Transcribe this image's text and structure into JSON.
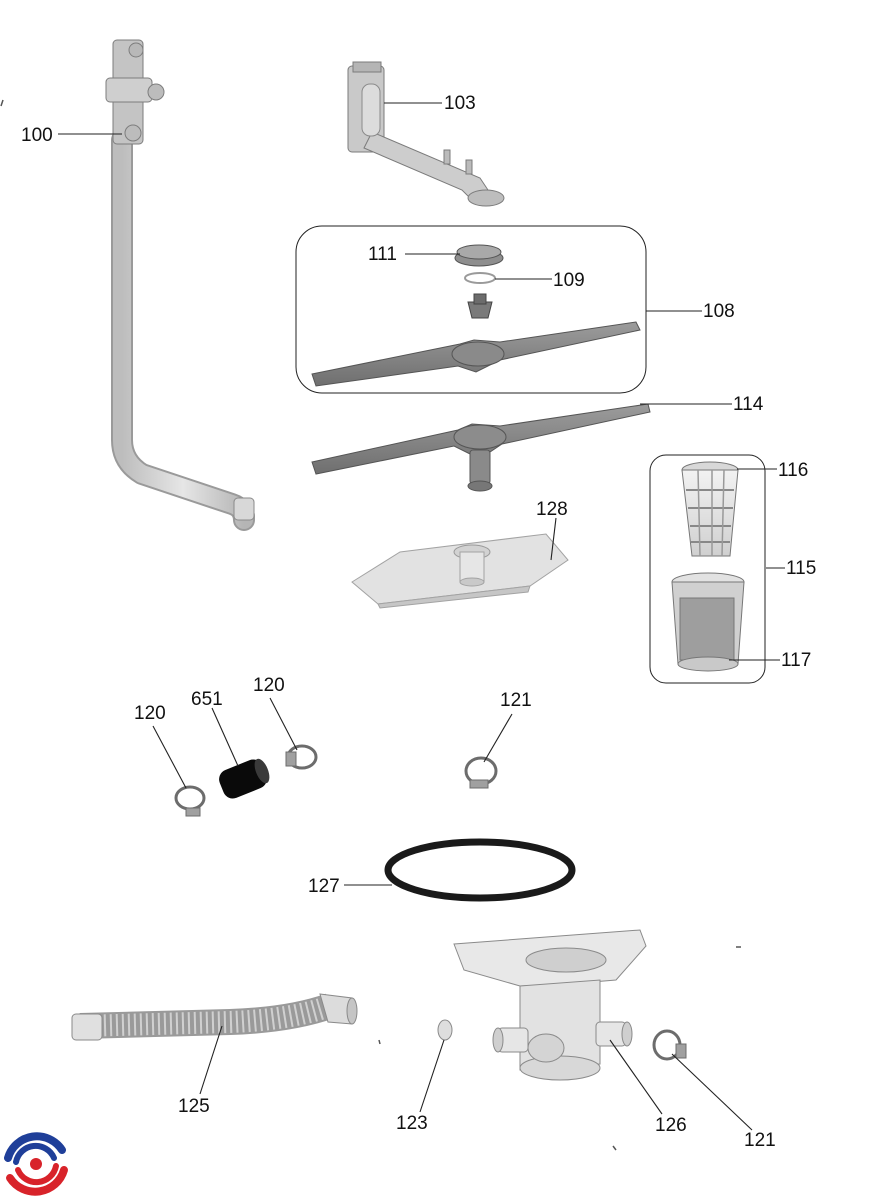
{
  "labels": {
    "p100": "100",
    "p103": "103",
    "p108": "108",
    "p109": "109",
    "p111": "111",
    "p114": "114",
    "p115": "115",
    "p116": "116",
    "p117": "117",
    "p120a": "120",
    "p120b": "120",
    "p121a": "121",
    "p121b": "121",
    "p123": "123",
    "p125": "125",
    "p126": "126",
    "p127": "127",
    "p128": "128",
    "p651": "651"
  },
  "colors": {
    "part_fill": "#d4d4d4",
    "part_stroke": "#8a8a8a",
    "dark_part": "#111111",
    "leader": "#222222",
    "logo_blue": "#1f3f99",
    "logo_red": "#d8232a"
  },
  "icons": {
    "logo": "brand-swirl-logo"
  }
}
